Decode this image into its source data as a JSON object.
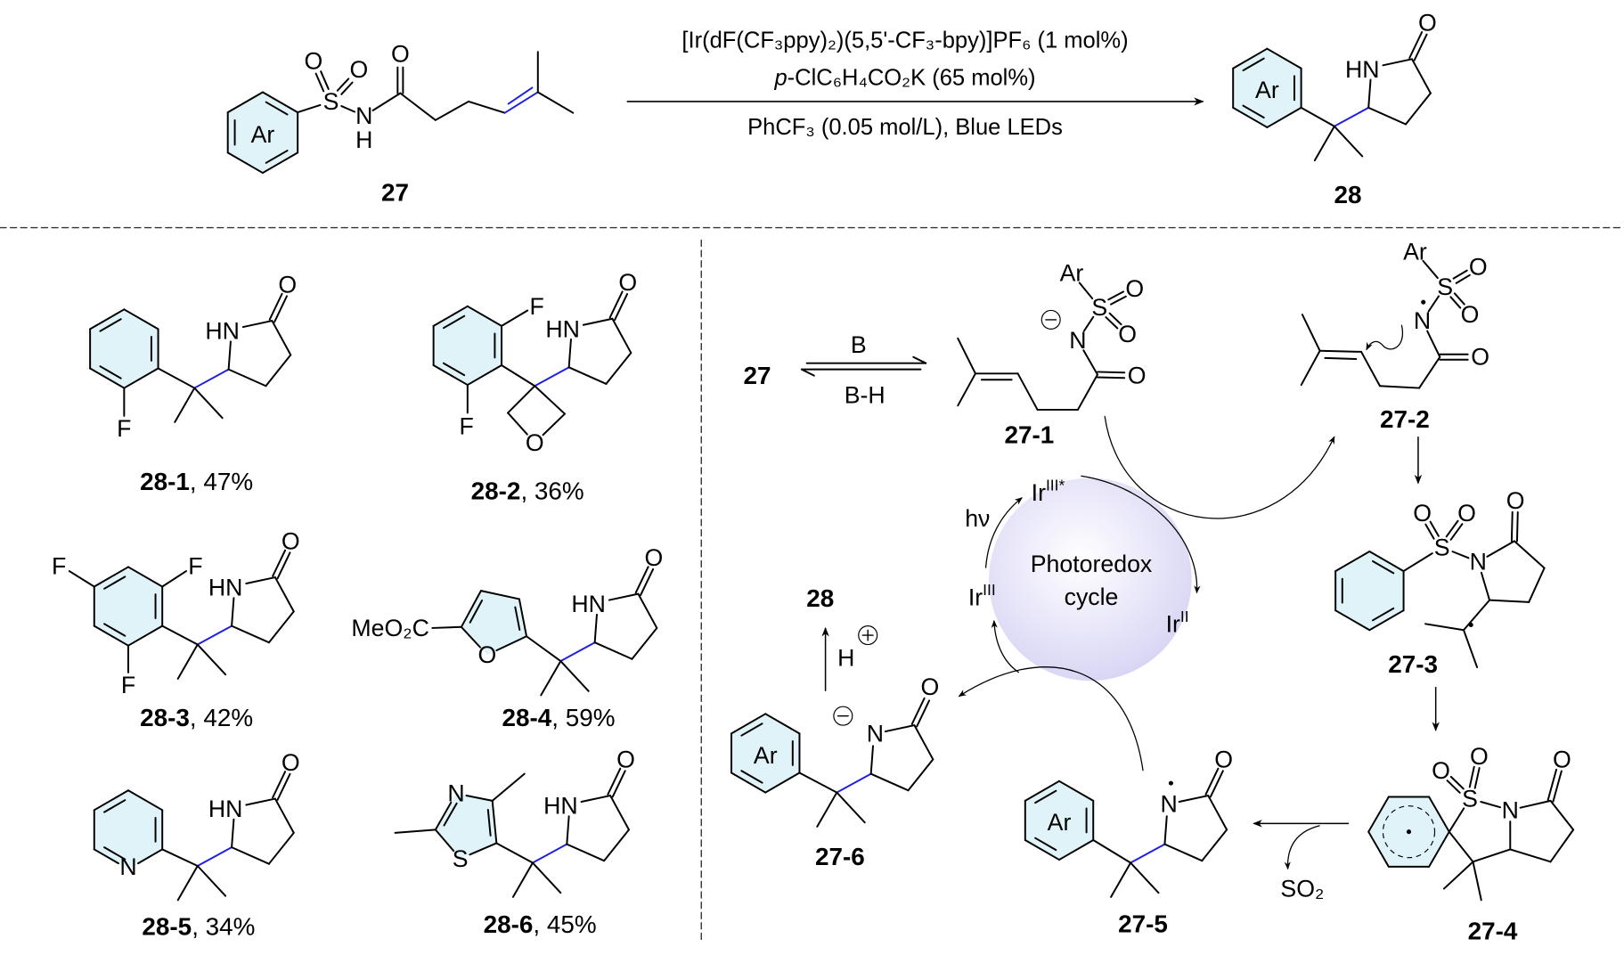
{
  "reaction": {
    "catalyst": "[Ir(dF(CF₃ppy)₂)(5,5'-CF₃-bpy)]PF₆ (1 mol%)",
    "base_prefix": "p",
    "base": "-ClC₆H₄CO₂K (65 mol%)",
    "conditions": "PhCF₃ (0.05 mol/L), Blue LEDs"
  },
  "sym": {
    "O": "O",
    "N": "N",
    "S": "S",
    "H": "H",
    "HN": "HN",
    "F": "F",
    "Ar": "Ar",
    "MeO2C": "MeO₂C",
    "SO2": "SO₂",
    "B": "B",
    "BH": "B-H",
    "hv": "hν"
  },
  "compounds": {
    "c27": "27",
    "c28": "28",
    "m1": "27-1",
    "m2": "27-2",
    "m3": "27-3",
    "m4": "27-4",
    "m5": "27-5",
    "m6": "27-6"
  },
  "scope": [
    {
      "id": "28-1",
      "sep": ", ",
      "yield": "47%"
    },
    {
      "id": "28-2",
      "sep": ", ",
      "yield": "36%"
    },
    {
      "id": "28-3",
      "sep": ", ",
      "yield": "42%"
    },
    {
      "id": "28-4",
      "sep": ", ",
      "yield": "59%"
    },
    {
      "id": "28-5",
      "sep": ", ",
      "yield": "34%"
    },
    {
      "id": "28-6",
      "sep": ", ",
      "yield": "45%"
    }
  ],
  "cycle": {
    "title1": "Photoredox",
    "title2": "cycle",
    "ir": "Ir",
    "excited": "III*",
    "ground": "III",
    "reduced": "II"
  },
  "colors": {
    "aryl_fill": "#dff3f8",
    "new_bond": "#1f1fe0",
    "cycle_edge": "#d6d3f4"
  }
}
